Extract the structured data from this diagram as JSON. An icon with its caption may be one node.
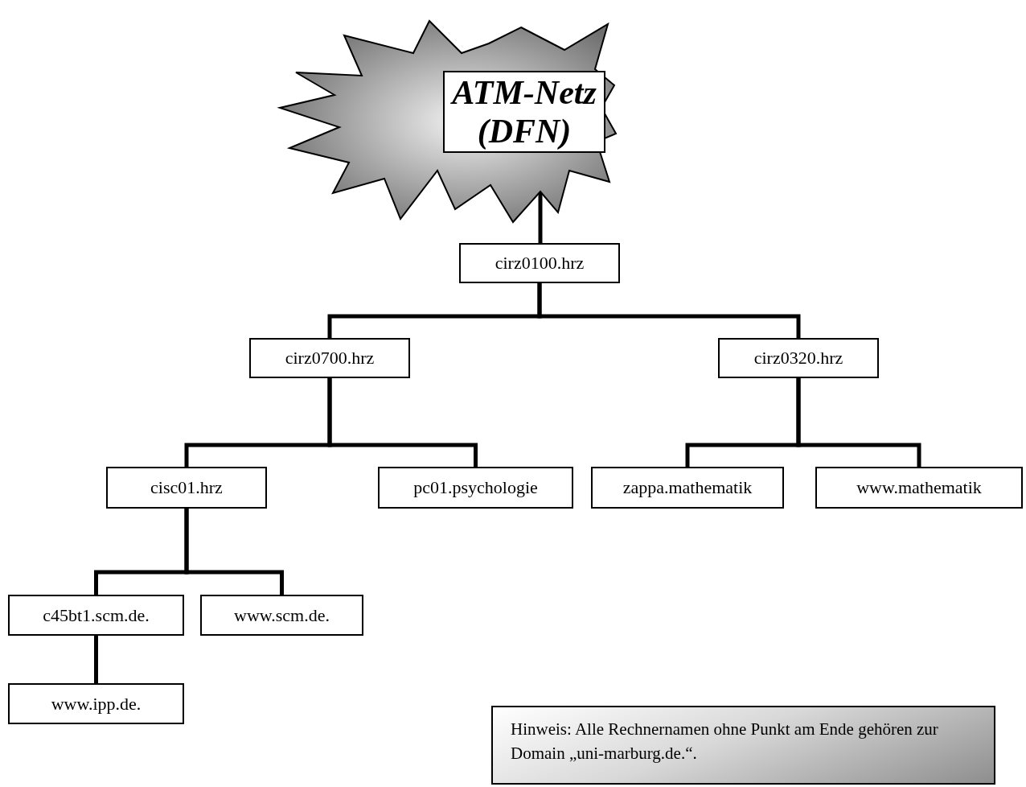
{
  "diagram": {
    "nodes": [
      {
        "text": [],
        "shape": "star"
      },
      {
        "text": [
          "ATM-Netz (DFN)"
        ],
        "in": 0
      },
      {
        "text": [
          "cirz0100.hrz"
        ]
      },
      {
        "text": [
          "cirz0700.hrz"
        ]
      },
      {
        "text": [
          "cirz0320.hrz"
        ]
      },
      {
        "text": [
          "cisc01.hrz"
        ]
      },
      {
        "text": [
          "pc01.psychologie"
        ]
      },
      {
        "text": [
          "zappa.mathematik"
        ]
      },
      {
        "text": [
          "www.mathematik"
        ]
      },
      {
        "text": [
          "c45bt1.scm.de."
        ]
      },
      {
        "text": [
          "www.scm.de."
        ]
      },
      {
        "text": [
          "www.ipp.de."
        ]
      },
      {
        "text": [
          "Hinweis: Alle Rechnernamen ohne Punkt am Ende gehören zur Domain „uni-marburg.de.“."
        ]
      }
    ],
    "edges": [
      {
        "from": 0,
        "to": 2,
        "arrow": "none"
      },
      {
        "from": 2,
        "to": 3,
        "arrow": "none"
      },
      {
        "from": 2,
        "to": 4,
        "arrow": "none"
      },
      {
        "from": 3,
        "to": 5,
        "arrow": "none"
      },
      {
        "from": 3,
        "to": 6,
        "arrow": "none"
      },
      {
        "from": 4,
        "to": 7,
        "arrow": "none"
      },
      {
        "from": 4,
        "to": 8,
        "arrow": "none"
      },
      {
        "from": 5,
        "to": 9,
        "arrow": "none"
      },
      {
        "from": 5,
        "to": 10,
        "arrow": "none"
      },
      {
        "from": 9,
        "to": 11,
        "arrow": "none"
      }
    ]
  }
}
